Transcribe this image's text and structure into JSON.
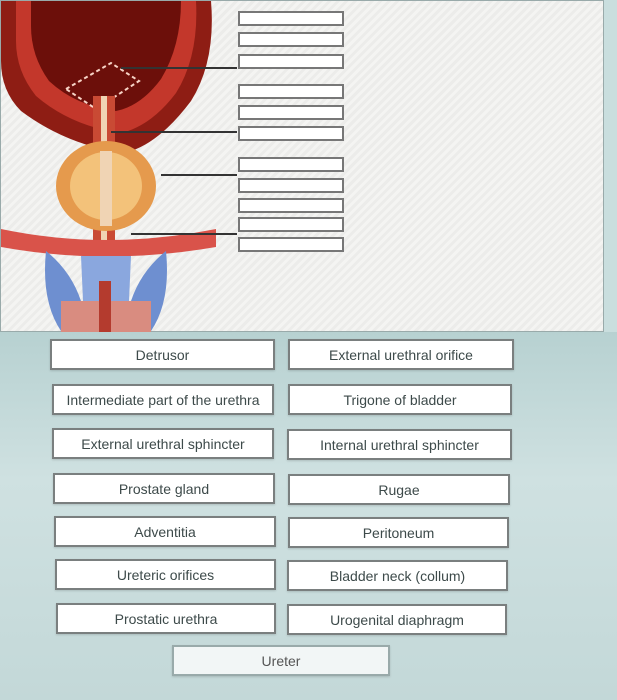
{
  "labels": {
    "left": [
      "Detrusor",
      "Intermediate part of the urethra",
      "External urethral sphincter",
      "Prostate gland",
      "Adventitia",
      "Ureteric orifices",
      "Prostatic urethra"
    ],
    "right": [
      "External urethral orifice",
      "Trigone of bladder",
      "Internal urethral sphincter",
      "Rugae",
      "Peritoneum",
      "Bladder neck (collum)",
      "Urogenital diaphragm"
    ],
    "bottom": "Ureter"
  },
  "colors": {
    "bladder": "#b22a1f",
    "prostate": "#e59a4d",
    "diaphragm": "#6e8fd0",
    "panel_bg": "#f4f4f2",
    "tray_bg": "#c9dede"
  }
}
